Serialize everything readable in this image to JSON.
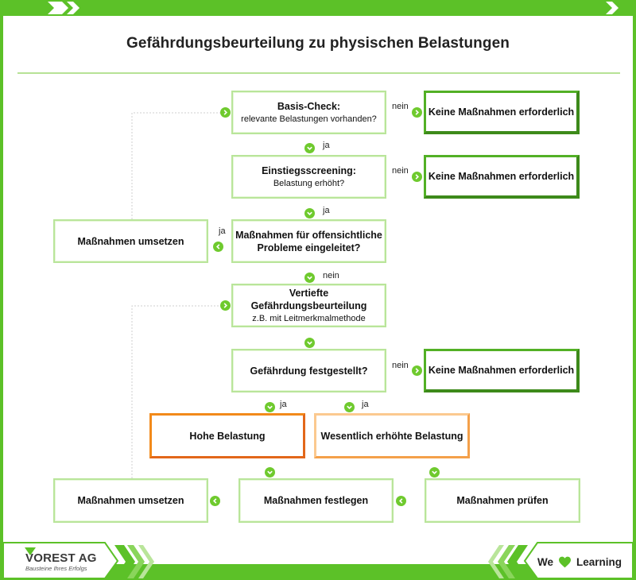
{
  "title": "Gefährdungsbeurteilung zu physischen Belastungen",
  "colors": {
    "green": "#6fca2e",
    "frame_green": "#5cc128",
    "orange": "#f28a1a"
  },
  "boxes": {
    "basis_check": {
      "l1": "Basis-Check:",
      "l2": "relevante Belastungen vorhanden?"
    },
    "keine1": "Keine Maßnahmen erforderlich",
    "einstieg": {
      "l1": "Einstiegsscreening:",
      "l2": "Belastung erhöht?"
    },
    "keine2": "Keine Maßnahmen erforderlich",
    "massnahmen_offensichtlich": {
      "l1": "Maßnahmen für offensichtliche",
      "l2": "Probleme eingeleitet?"
    },
    "umsetzen1": "Maßnahmen umsetzen",
    "vertiefte": {
      "l1": "Vertiefte Gefährdungsbeurteilung",
      "l2": "z.B. mit Leitmerkmalmethode"
    },
    "gefaehrdung": "Gefährdung festgestellt?",
    "keine3": "Keine Maßnahmen erforderlich",
    "hohe": "Hohe Belastung",
    "wesentlich": "Wesentlich erhöhte Belastung",
    "umsetzen2": "Maßnahmen umsetzen",
    "festlegen": "Maßnahmen festlegen",
    "pruefen": "Maßnahmen prüfen"
  },
  "labels": {
    "nein1": "nein",
    "ja1": "ja",
    "nein2": "nein",
    "ja2": "ja",
    "ja3": "ja",
    "nein3": "nein",
    "nein4": "nein",
    "ja4": "ja",
    "ja5": "ja"
  },
  "footer": {
    "logo_name": "VOREST AG",
    "logo_tagline": "Bausteine Ihres Erfolgs",
    "we": "We",
    "learning": "Learning"
  }
}
